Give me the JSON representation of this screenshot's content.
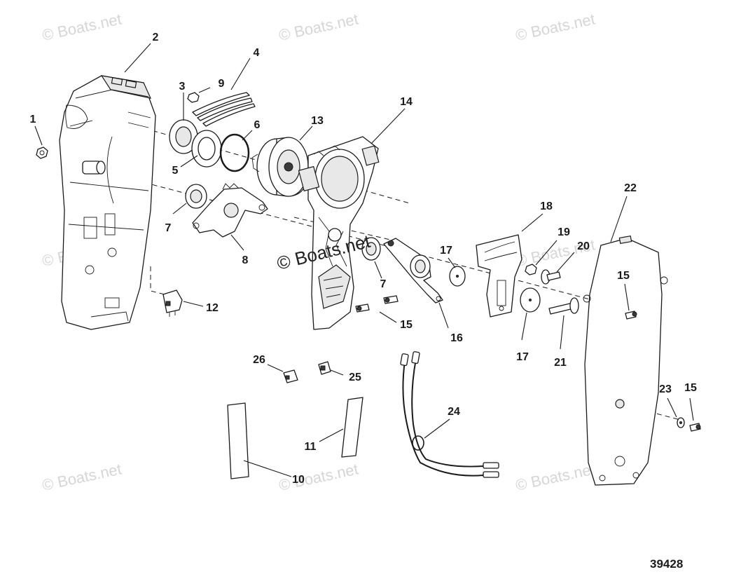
{
  "watermark": {
    "text": "© Boats.net",
    "color": "#d6d6d6",
    "center_text": "© Boats.net"
  },
  "figure_number": "39428",
  "callouts": [
    "1",
    "2",
    "3",
    "4",
    "5",
    "6",
    "7",
    "7",
    "8",
    "9",
    "10",
    "11",
    "12",
    "13",
    "14",
    "15",
    "15",
    "15",
    "15",
    "16",
    "17",
    "17",
    "18",
    "19",
    "20",
    "21",
    "22",
    "23",
    "24",
    "25",
    "26"
  ]
}
